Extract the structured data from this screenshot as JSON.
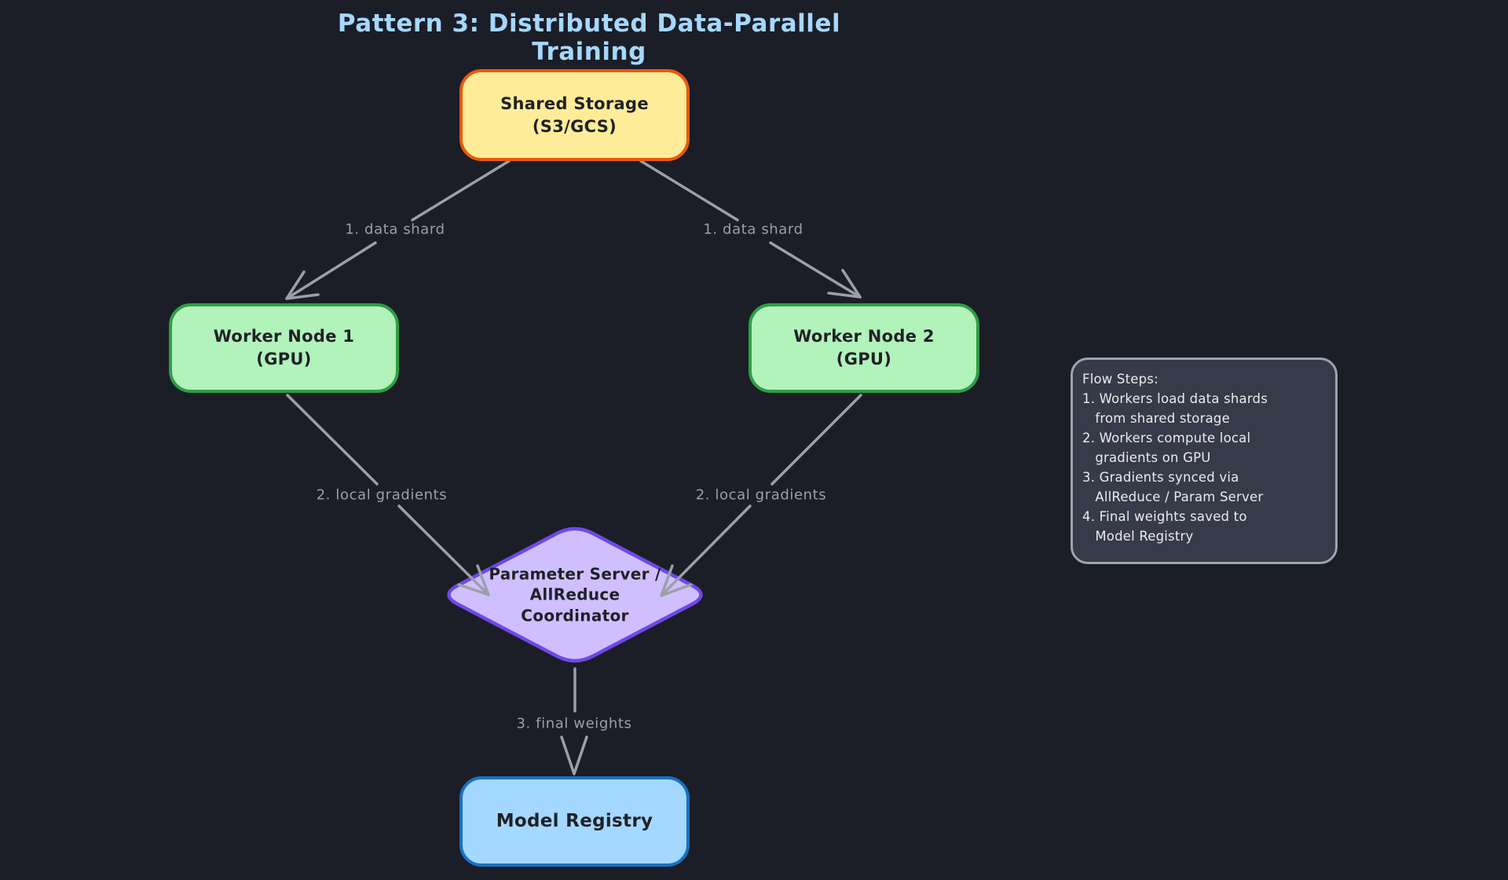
{
  "title": "Pattern 3: Distributed Data-Parallel Training",
  "nodes": {
    "shared_storage": {
      "label": "Shared Storage\n(S3/GCS)"
    },
    "worker1": {
      "label": "Worker Node 1\n(GPU)"
    },
    "worker2": {
      "label": "Worker Node 2\n(GPU)"
    },
    "coordinator": {
      "label": "Parameter Server /\nAllReduce\nCoordinator"
    },
    "model_registry": {
      "label": "Model Registry"
    }
  },
  "edges": {
    "storage_to_worker1": {
      "label": "1. data shard"
    },
    "storage_to_worker2": {
      "label": "1. data shard"
    },
    "worker1_to_coordinator": {
      "label": "2. local gradients"
    },
    "worker2_to_coordinator": {
      "label": "2. local gradients"
    },
    "coordinator_to_registry": {
      "label": "3. final weights"
    }
  },
  "note": {
    "text": "Flow Steps:\n1. Workers load data shards\n   from shared storage\n2. Workers compute local\n   gradients on GPU\n3. Gradients synced via\n   AllReduce / Param Server\n4. Final weights saved to\n   Model Registry"
  },
  "colors": {
    "background": "#1b1d27",
    "title_text": "#a5d8ff",
    "edge_stroke": "#9aa0a8",
    "node_text": "#1f2128",
    "shared_storage_fill": "#ffec99",
    "shared_storage_border": "#e8590c",
    "worker_fill": "#b2f2bb",
    "worker_border": "#2f9e44",
    "coordinator_fill": "#d0bfff",
    "coordinator_border": "#7048e8",
    "model_registry_fill": "#a5d8ff",
    "model_registry_border": "#1971c2",
    "note_fill": "#373a48",
    "note_border": "#9aa5ae",
    "note_text": "#e9ebef"
  }
}
